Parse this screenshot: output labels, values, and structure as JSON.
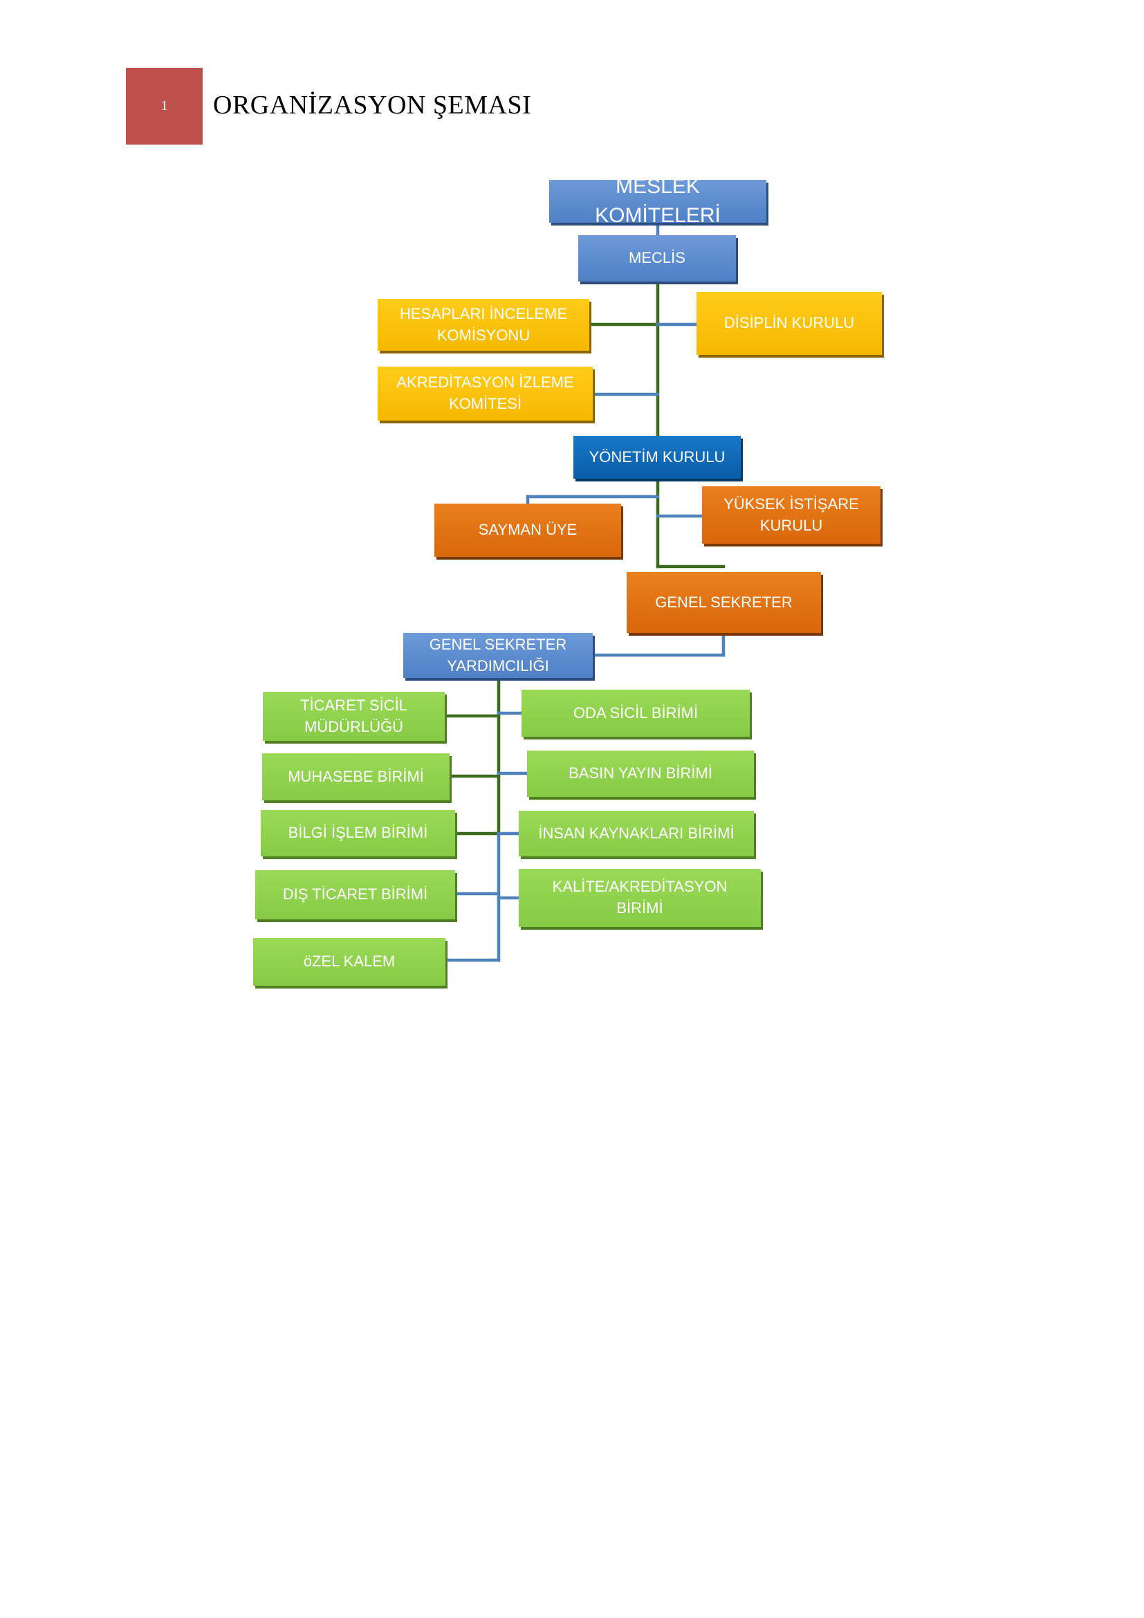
{
  "header": {
    "section_number": "1",
    "title": "ORGANİZASYON ŞEMASI"
  },
  "colors": {
    "badge": "#c0504d",
    "blue": "#4f80c6",
    "dark_blue": "#0a5da8",
    "gold": "#f6b800",
    "orange": "#d9670b",
    "green": "#86cb45",
    "green_line": "#3d6b1e",
    "blue_line": "#4f81bd"
  },
  "org_chart": {
    "top": "MESLEK KOMİTELERİ",
    "meclis": "MECLİS",
    "hesaplari": [
      "HESAPLARI İNCELEME",
      "KOMİSYONU"
    ],
    "disiplin": "DİSİPLİN KURULU",
    "akreditasyon_izleme": [
      "AKREDİTASYON İZLEME",
      "KOMİTESİ"
    ],
    "yonetim": "YÖNETİM KURULU",
    "sayman": "SAYMAN ÜYE",
    "yuksek_istisare": [
      "YÜKSEK İSTİŞARE",
      "KURULU"
    ],
    "genel_sekreter": "GENEL SEKRETER",
    "gs_yardimciligi": [
      "GENEL SEKRETER",
      "YARDIMCILIĞI"
    ],
    "ticaret_sicil": [
      "TİCARET SİCİL",
      "MÜDÜRLÜĞÜ"
    ],
    "oda_sicil": "ODA SİCİL BİRİMİ",
    "muhasebe": "MUHASEBE BİRİMİ",
    "basin_yayin": "BASIN YAYIN BİRİMİ",
    "bilgi_islem": "BİLGİ İŞLEM BİRİMİ",
    "insan_kaynaklari": "İNSAN KAYNAKLARI BİRİMİ",
    "dis_ticaret": "DIŞ TİCARET BİRİMİ",
    "kalite": [
      "KALİTE/AKREDİTASYON",
      "BİRİMİ"
    ],
    "ozel_kalem": "öZEL KALEM"
  }
}
